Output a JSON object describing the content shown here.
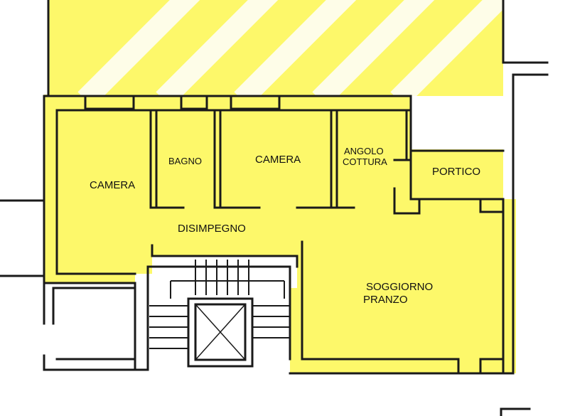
{
  "floorplan": {
    "colors": {
      "highlight": "#fdf86a",
      "wall": "#1a1a1a",
      "paper": "#ffffff"
    },
    "rooms": {
      "camera_left": "CAMERA",
      "bagno": "BAGNO",
      "camera_center": "CAMERA",
      "angolo_cottura_line1": "ANGOLO",
      "angolo_cottura_line2": "COTTURA",
      "portico": "PORTICO",
      "disimpegno": "DISIMPEGNO",
      "soggiorno_line1": "SOGGIORNO",
      "soggiorno_line2": "PRANZO"
    }
  }
}
